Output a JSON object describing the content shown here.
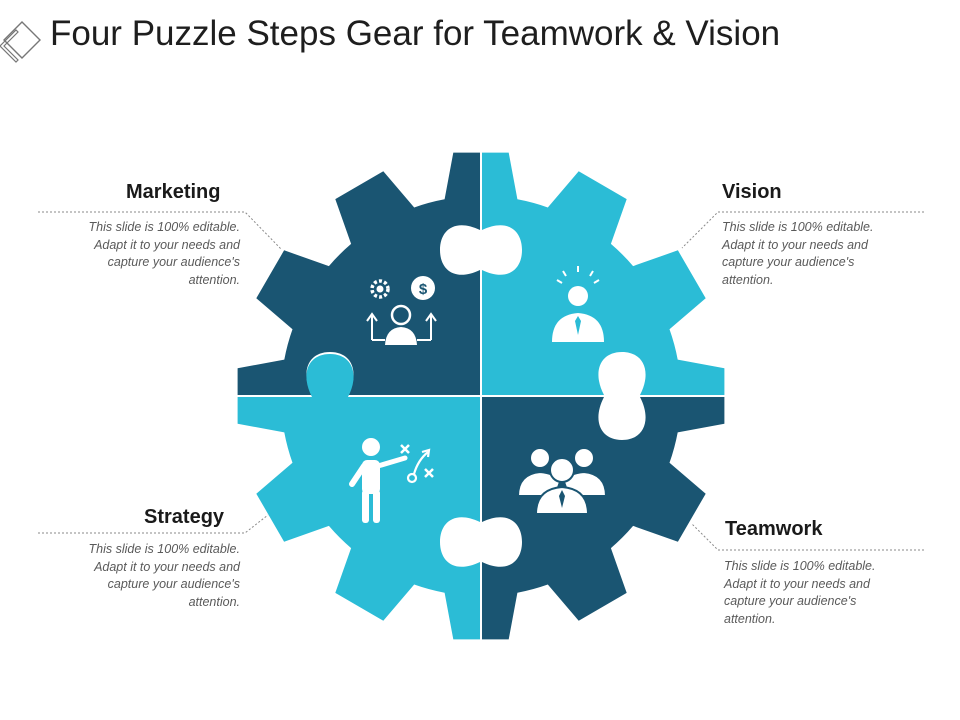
{
  "title": "Four Puzzle Steps Gear for Teamwork & Vision",
  "colors": {
    "dark": "#1a5572",
    "light": "#2bbcd6",
    "leader": "#8a8a8a"
  },
  "steps": [
    {
      "heading": "Marketing",
      "body": "This slide is 100% editable. Adapt it to your needs and capture your audience's attention.",
      "icon": "marketing-person-icon",
      "color": "dark"
    },
    {
      "heading": "Vision",
      "body": "This slide is 100% editable. Adapt it to your needs and capture your audience's attention.",
      "icon": "idea-person-icon",
      "color": "light"
    },
    {
      "heading": "Strategy",
      "body": "This slide is 100% editable. Adapt it to your needs and capture your audience's attention.",
      "icon": "strategy-person-icon",
      "color": "light"
    },
    {
      "heading": "Teamwork",
      "body": "This slide is 100% editable. Adapt it to your needs and capture your audience's attention.",
      "icon": "team-icon",
      "color": "dark"
    }
  ]
}
